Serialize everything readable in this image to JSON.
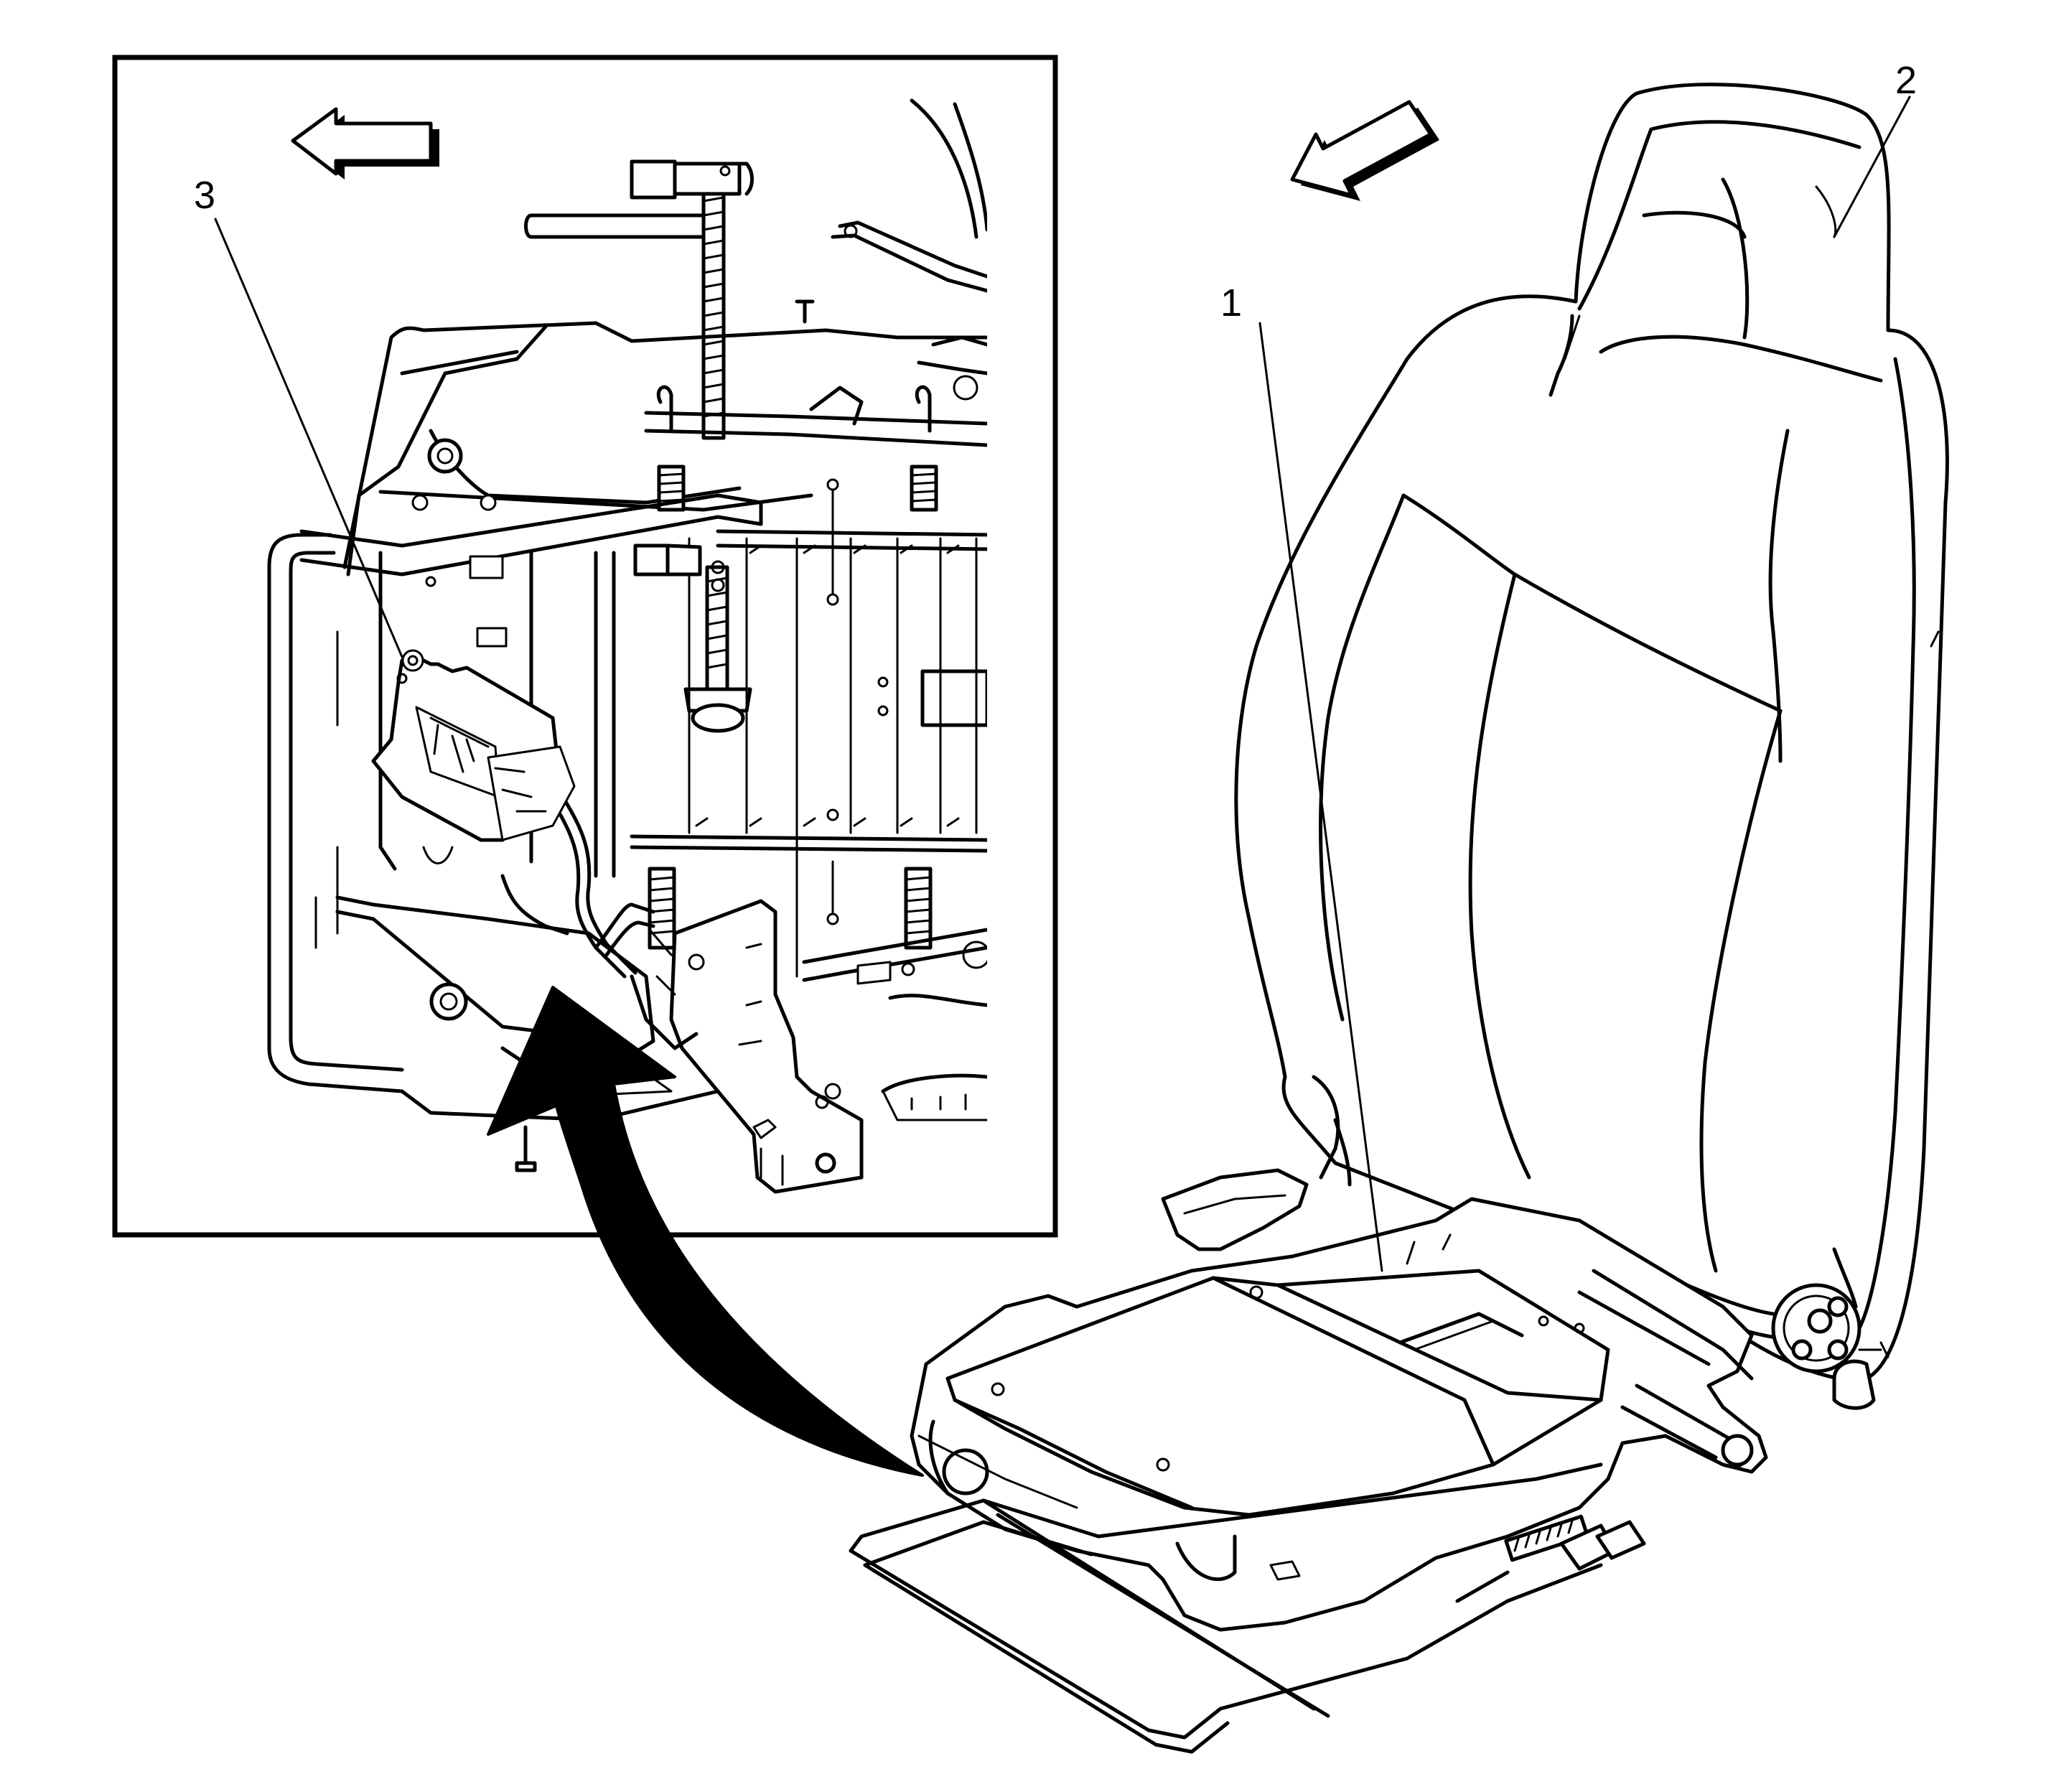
{
  "callouts": {
    "c1": "1",
    "c2": "2",
    "c3": "3"
  },
  "icons": {
    "inset_direction_arrow": "arrow-left-icon",
    "seat_direction_arrow": "arrow-down-left-icon",
    "transition_arrow": "curved-arrow-icon"
  },
  "colors": {
    "line": "#000000",
    "background": "#ffffff"
  }
}
